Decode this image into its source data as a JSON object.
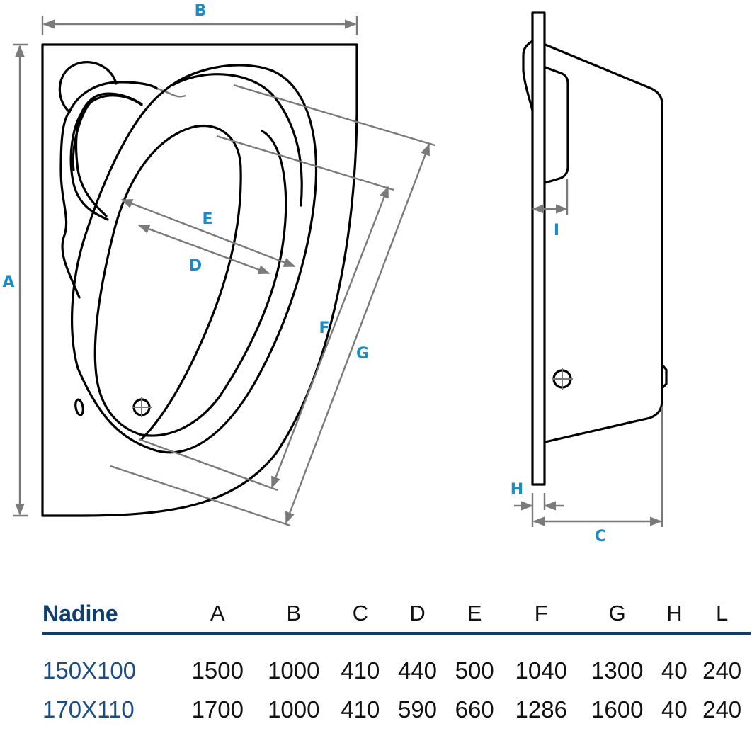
{
  "diagram": {
    "subject": "Corner bathtub technical drawing",
    "views": [
      "top-view",
      "side-view"
    ],
    "dimension_labels": {
      "A": "A",
      "B": "B",
      "C": "C",
      "D": "D",
      "E": "E",
      "F": "F",
      "G": "G",
      "H": "H",
      "I": "I"
    },
    "colors": {
      "outline": "#000000",
      "dimension_line": "#7a7a7a",
      "dimension_label": "#1a8bc4",
      "table_accent": "#0f3e6e"
    }
  },
  "table": {
    "title": "Nadine",
    "columns": [
      "A",
      "B",
      "C",
      "D",
      "E",
      "F",
      "G",
      "H",
      "L"
    ],
    "rows": [
      {
        "model": "150X100",
        "values": [
          "1500",
          "1000",
          "410",
          "440",
          "500",
          "1040",
          "1300",
          "40",
          "240"
        ]
      },
      {
        "model": "170X110",
        "values": [
          "1700",
          "1000",
          "410",
          "590",
          "660",
          "1286",
          "1600",
          "40",
          "240"
        ]
      }
    ]
  }
}
